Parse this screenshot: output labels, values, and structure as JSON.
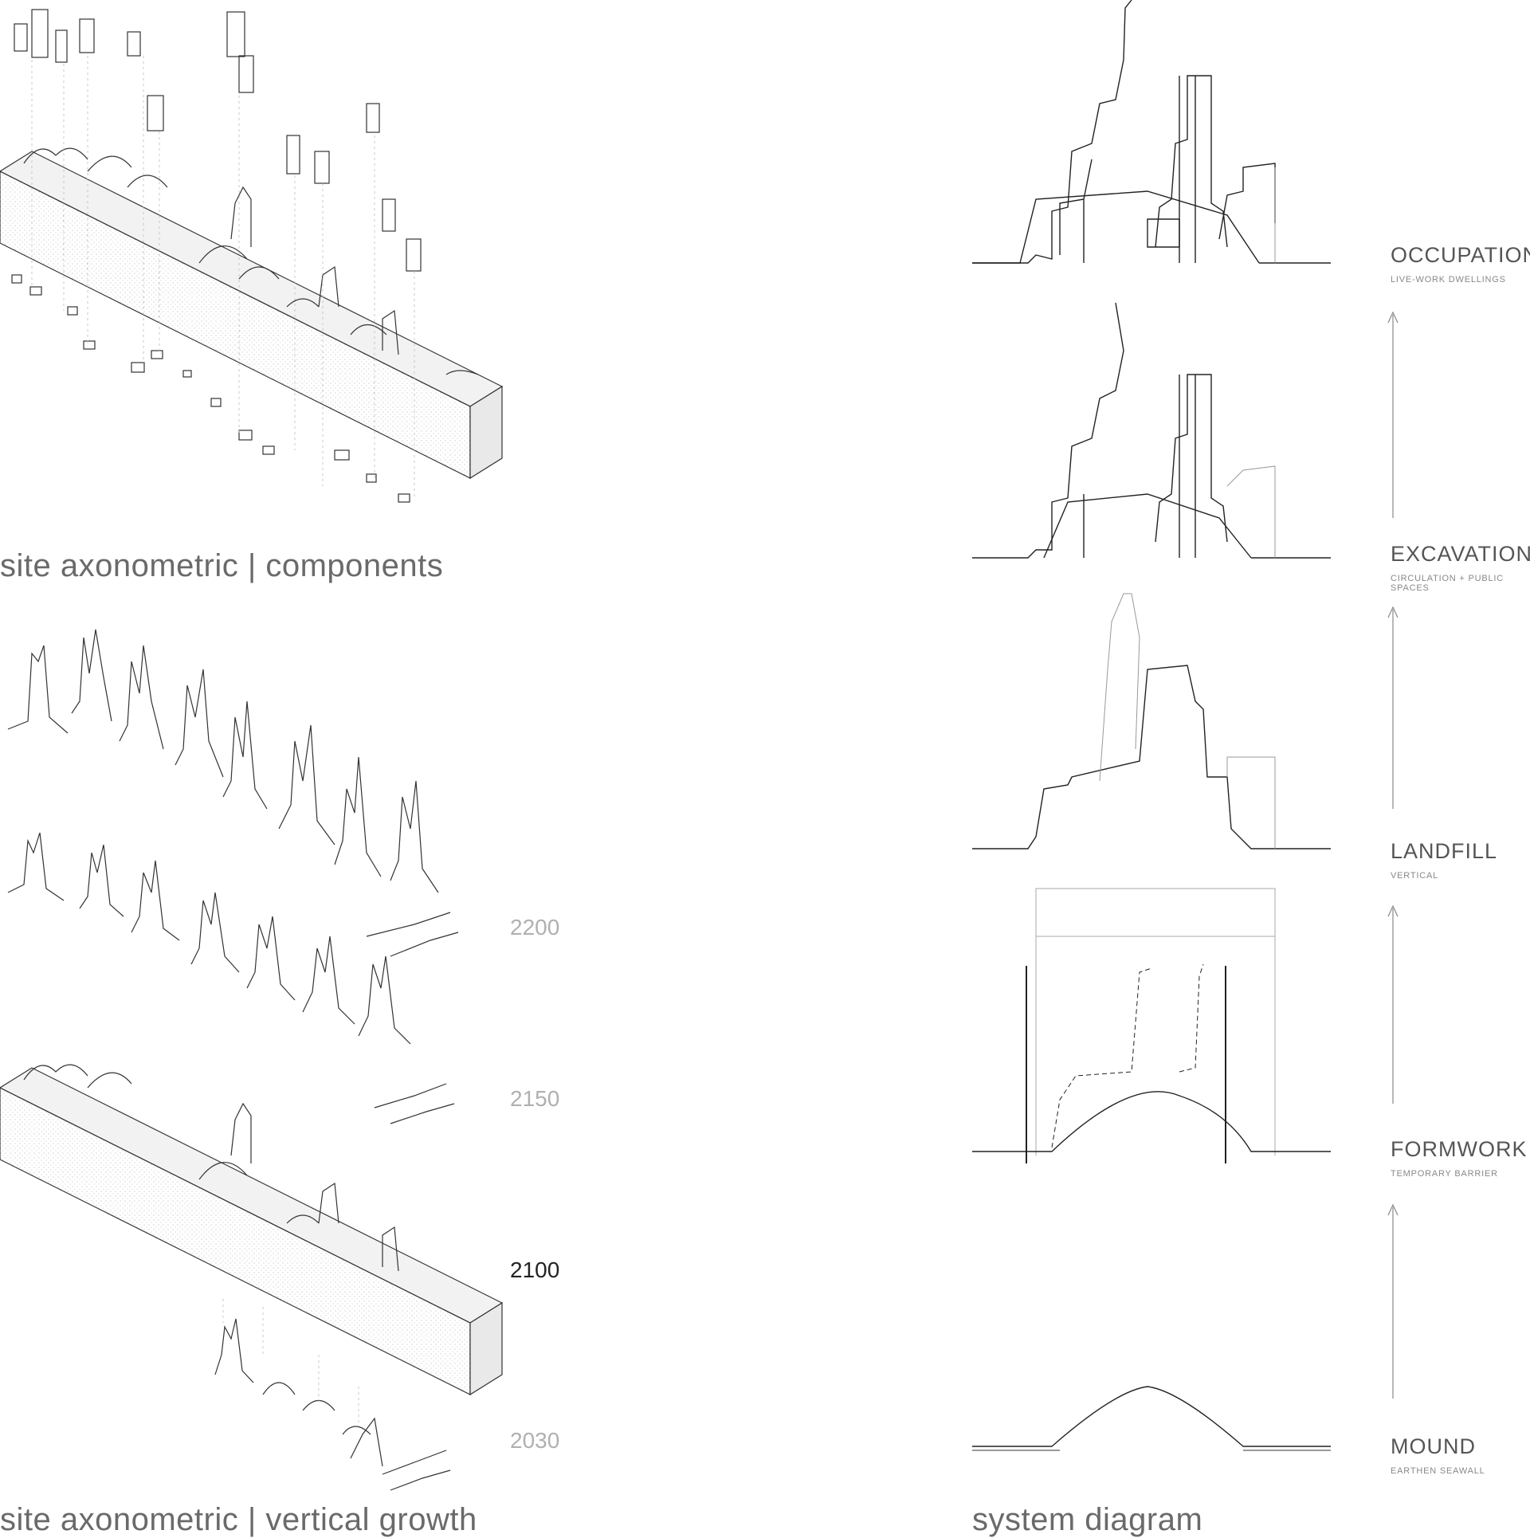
{
  "titles": {
    "components": "site axonometric | components",
    "growth": "site axonometric | vertical growth",
    "system": "system diagram"
  },
  "years": [
    "2200",
    "2150",
    "2100",
    "2030"
  ],
  "stages": [
    {
      "title": "OCCUPATION",
      "subtitle": "LIVE-WORK DWELLINGS"
    },
    {
      "title": "EXCAVATION",
      "subtitle": "CIRCULATION + PUBLIC SPACES"
    },
    {
      "title": "LANDFILL",
      "subtitle": "VERTICAL"
    },
    {
      "title": "FORMWORK",
      "subtitle": "TEMPORARY BARRIER"
    },
    {
      "title": "MOUND",
      "subtitle": "EARTHEN SEAWALL"
    }
  ],
  "colors": {
    "line": "#222222",
    "thin": "#999999",
    "text": "#555555",
    "year_muted": "#b0b0b0"
  }
}
